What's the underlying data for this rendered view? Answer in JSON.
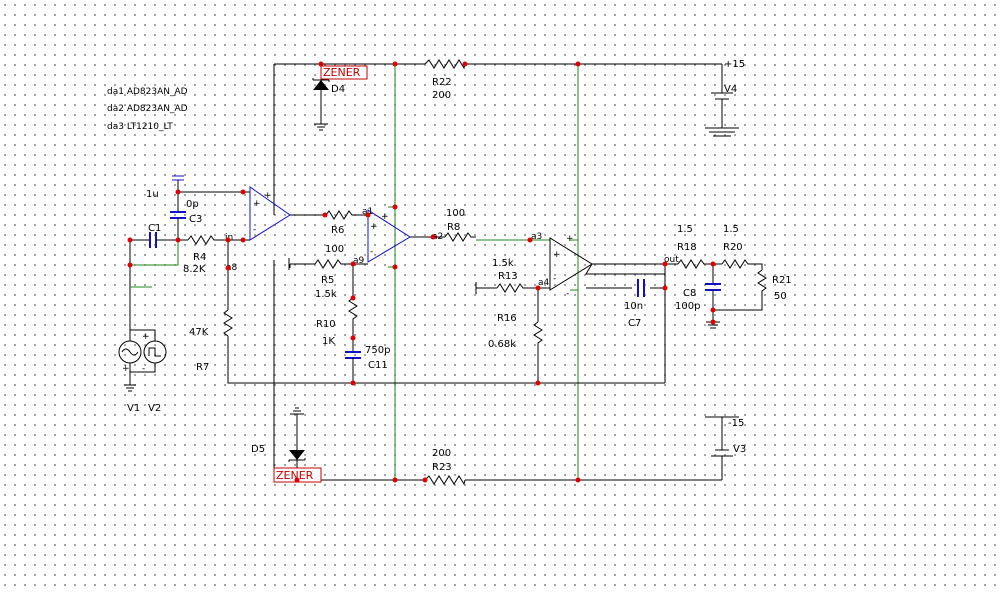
{
  "models": [
    "da1 AD823AN_AD",
    "da2 AD823AN_AD",
    "da3 LT1210_LT"
  ],
  "supplies": {
    "v4": "V4",
    "v4_value": "+15",
    "v3": "V3",
    "v3_value": "-15",
    "v1": "V1",
    "v2": "V2"
  },
  "diodes": {
    "d4": "D4",
    "d5": "D5",
    "zener_label": "ZENER"
  },
  "resistors": {
    "r4": "R4",
    "r4_value": "8.2K",
    "r5": "R5",
    "r5_value": "1.5k",
    "r6": "R6",
    "r6_value": "100",
    "r7": "R7",
    "r7_value": "47K",
    "r8": "R8",
    "r8_value": "100",
    "r10": "R10",
    "r10_value": "1K",
    "r13": "R13",
    "r13_value": "1.5k",
    "r16": "R16",
    "r16_value": "0.68k",
    "r18": "R18",
    "r18_value": "1.5",
    "r20": "R20",
    "r20_value": "1.5",
    "r21": "R21",
    "r21_value": "50",
    "r22": "R22",
    "r22_value": "200",
    "r23": "R23",
    "r23_value": "200"
  },
  "capacitors": {
    "c1": "C1",
    "c1_value": "1u",
    "c3": "C3",
    "c3_value": "0p",
    "c7": "C7",
    "c7_value": "10n",
    "c8": "C8",
    "c8_value": "100p",
    "c11": "C11",
    "c11_value": "750p"
  },
  "nodes": {
    "in": "in",
    "a1": "a1",
    "a2": "a2",
    "a3": "a3",
    "a4": "a4",
    "a8": "a8",
    "a9": "a9",
    "out": "out"
  },
  "pins": {
    "plus": "+",
    "minus": "-"
  }
}
